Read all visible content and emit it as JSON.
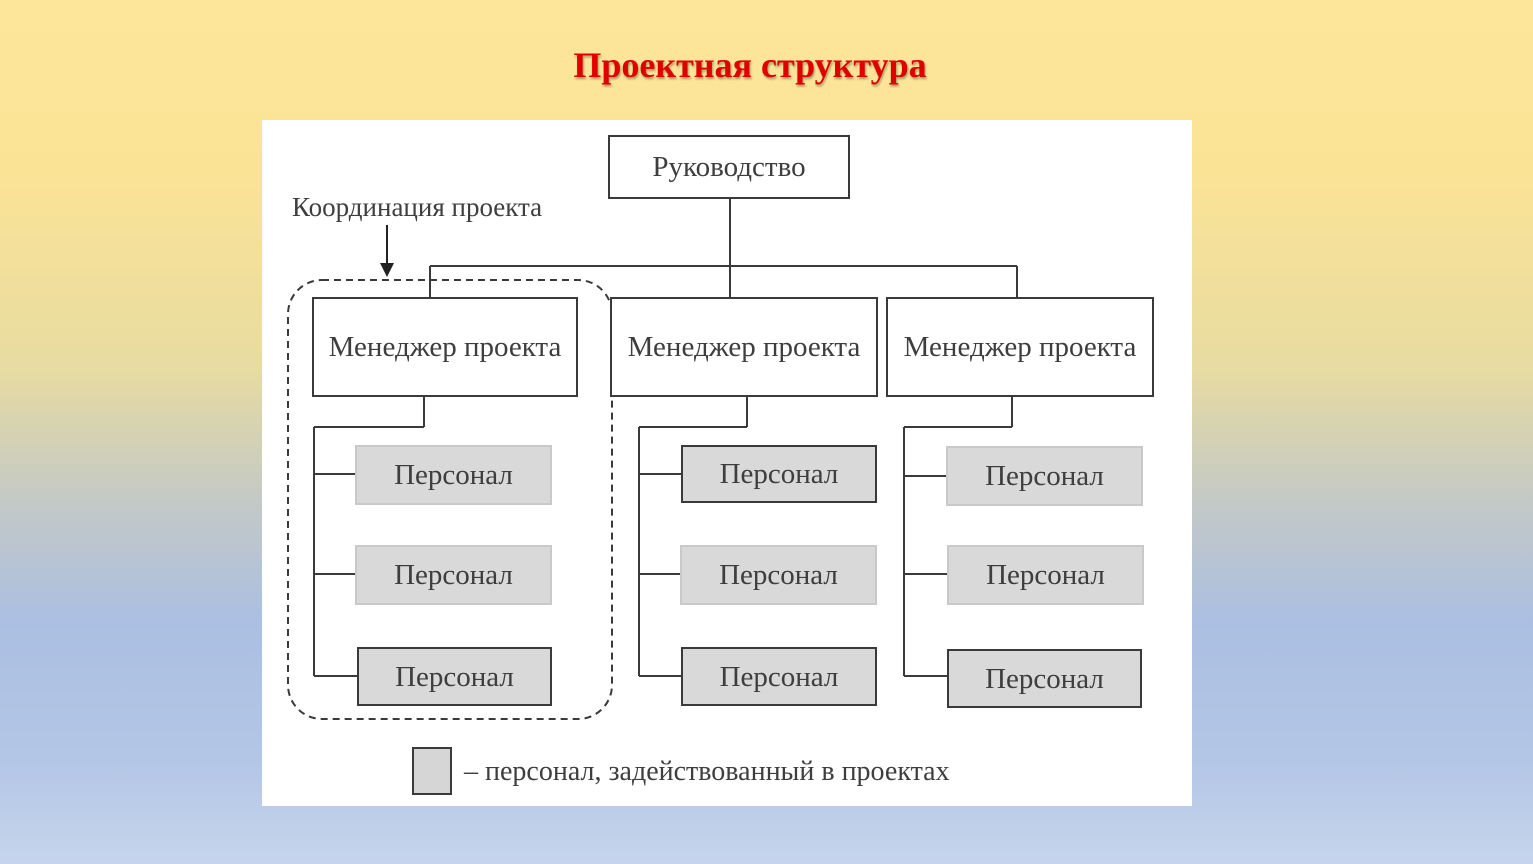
{
  "slide": {
    "title": "Проектная структура"
  },
  "diagram": {
    "top": "Руководство",
    "coordination_label": "Координация проекта",
    "managers": [
      {
        "label": "Менеджер проекта",
        "staff": [
          {
            "label": "Персонал",
            "highlight": false
          },
          {
            "label": "Персонал",
            "highlight": false
          },
          {
            "label": "Персонал",
            "highlight": true
          }
        ]
      },
      {
        "label": "Менеджер проекта",
        "staff": [
          {
            "label": "Персонал",
            "highlight": true
          },
          {
            "label": "Персонал",
            "highlight": false
          },
          {
            "label": "Персонал",
            "highlight": true
          }
        ]
      },
      {
        "label": "Менеджер проекта",
        "staff": [
          {
            "label": "Персонал",
            "highlight": false
          },
          {
            "label": "Персонал",
            "highlight": false
          },
          {
            "label": "Персонал",
            "highlight": true
          }
        ]
      }
    ],
    "legend": "– персонал, задействованный в проектах"
  }
}
